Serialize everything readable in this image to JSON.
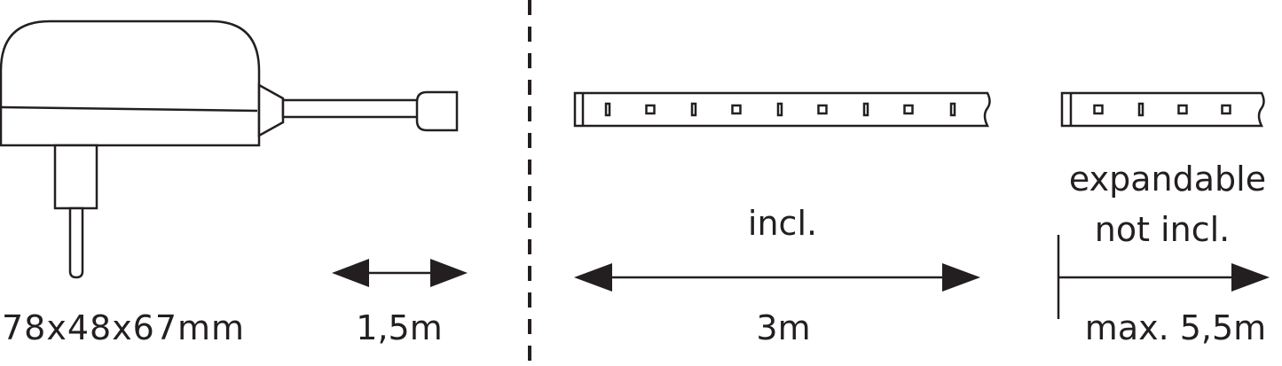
{
  "adapter": {
    "dimensions": "78x48x67mm",
    "cable_length": "1,5m"
  },
  "strip_included": {
    "label": "incl.",
    "length": "3m"
  },
  "strip_expansion": {
    "label_line1": "expandable",
    "label_line2": "not incl.",
    "max_length": "max. 5,5m"
  },
  "colors": {
    "ink": "#231f20",
    "background": "#ffffff"
  }
}
